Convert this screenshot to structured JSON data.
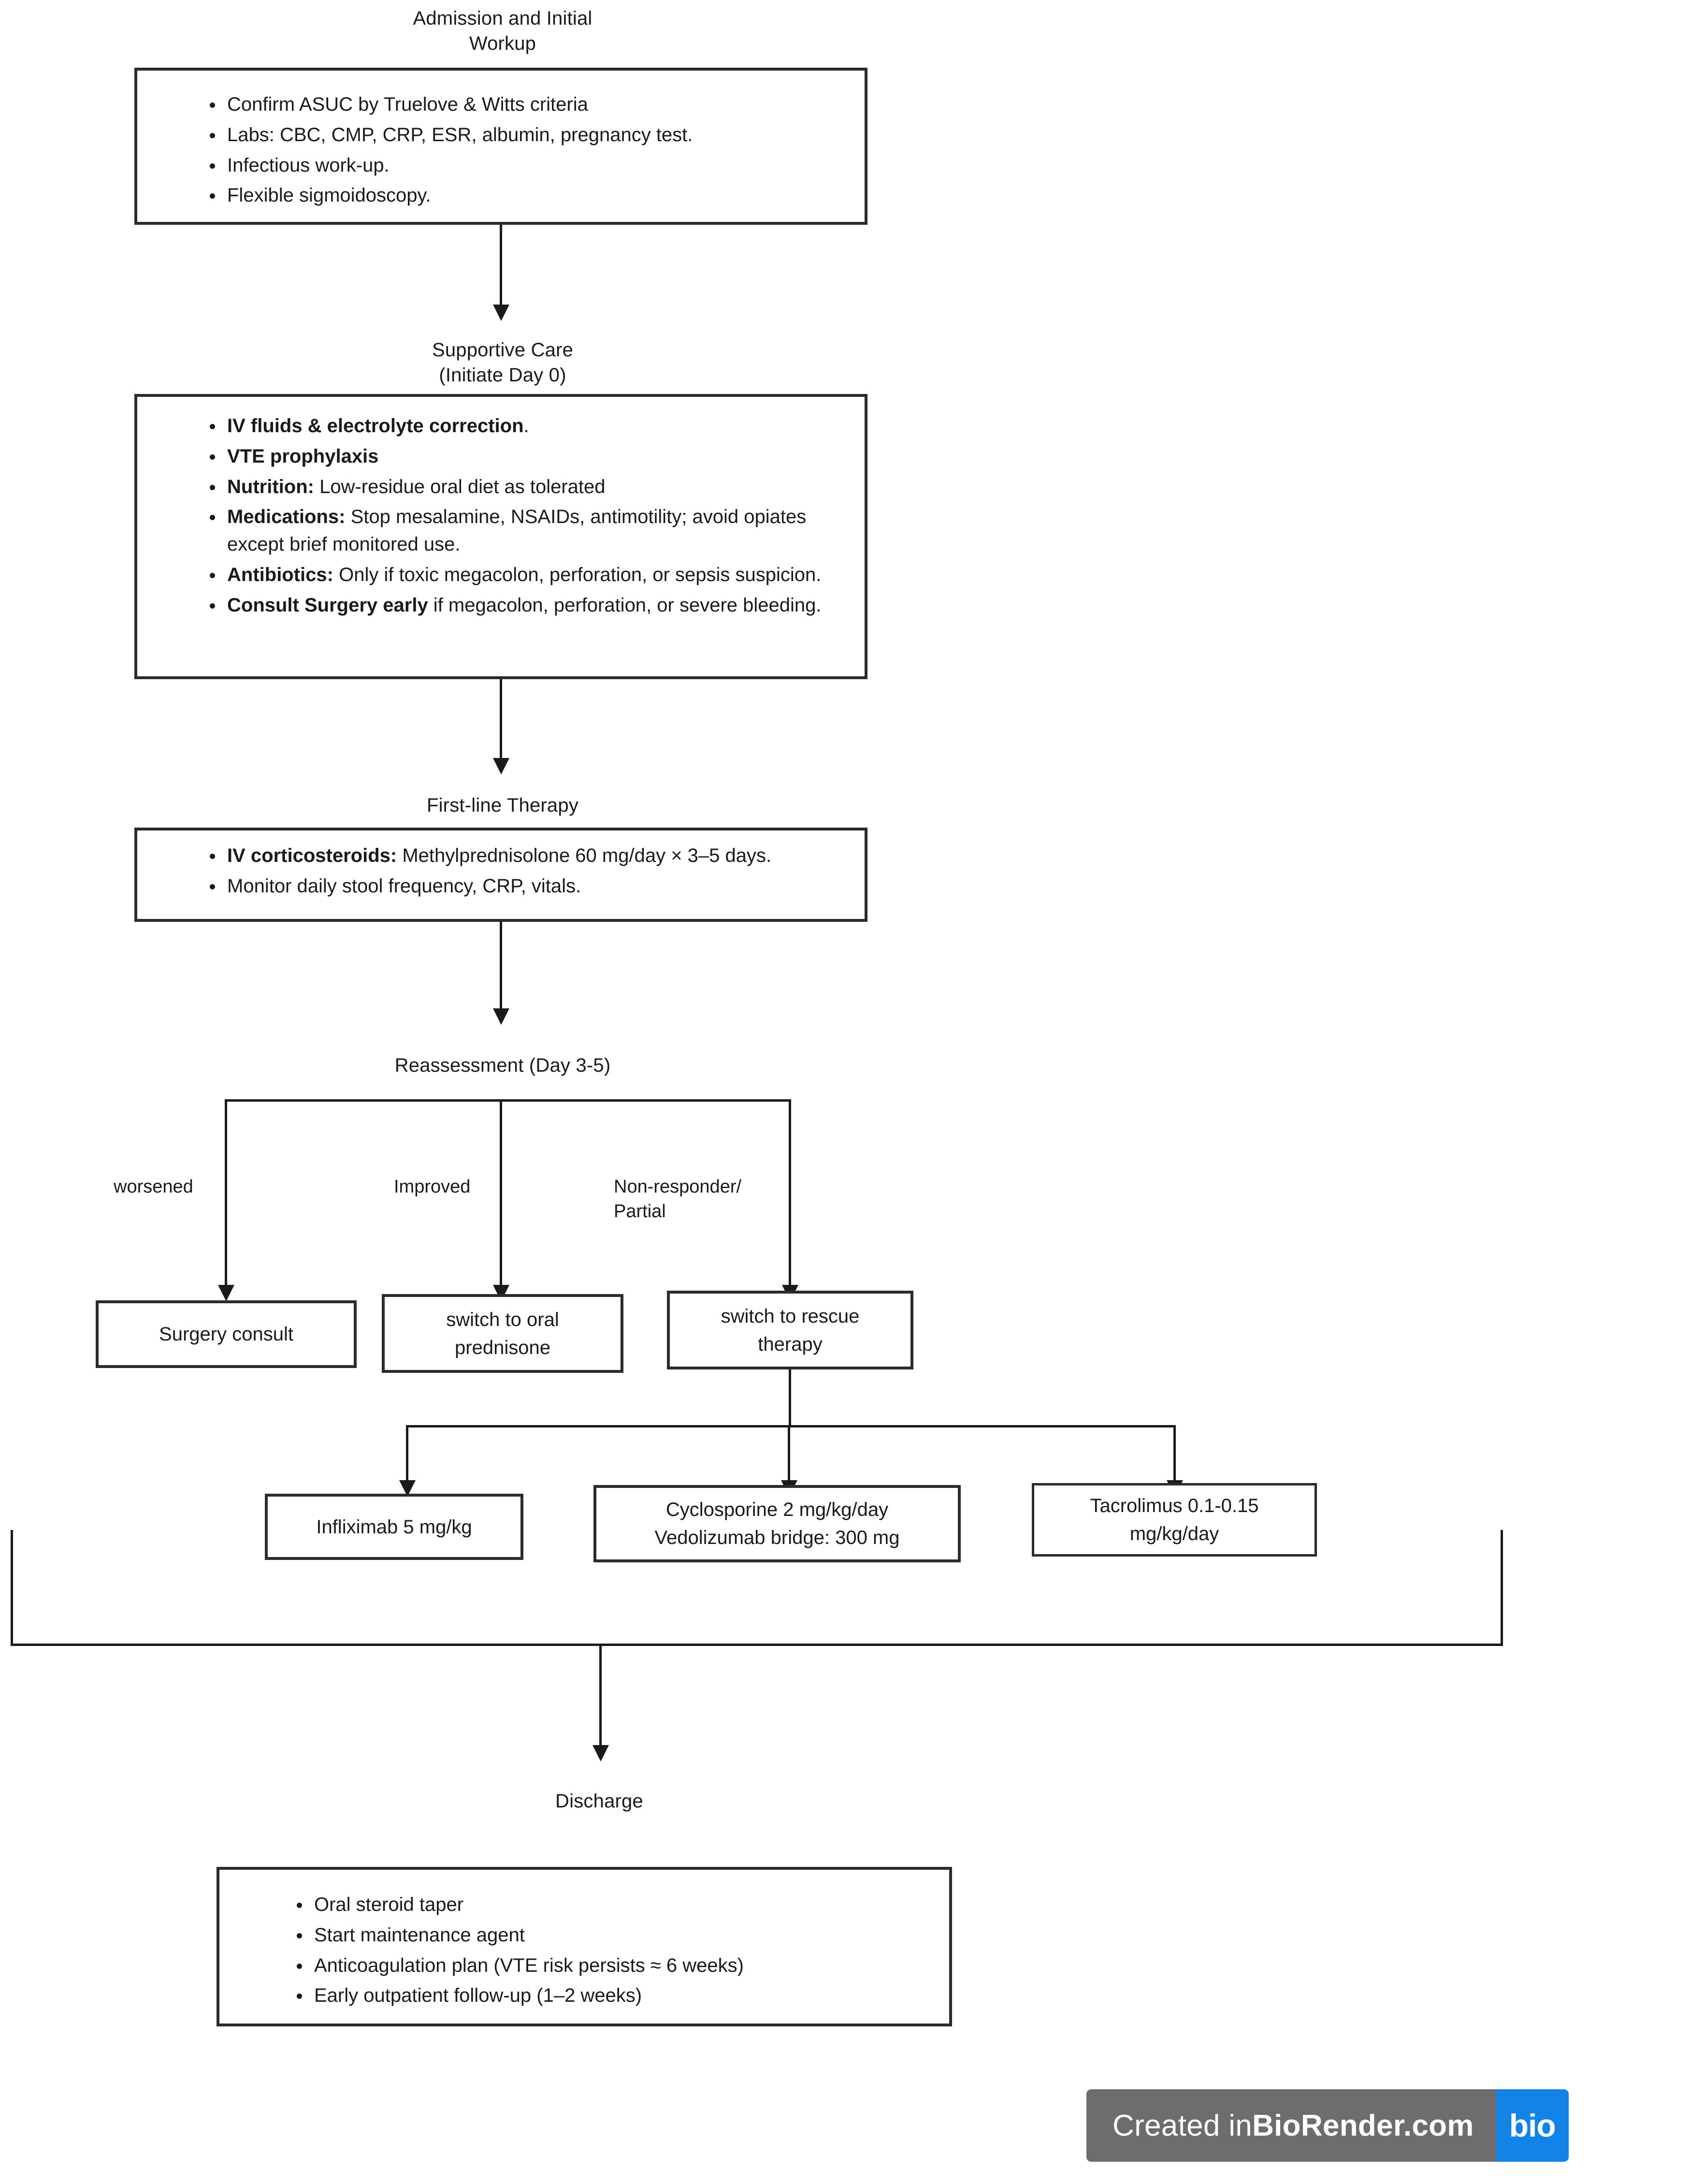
{
  "diagram": {
    "title_flow": "Acute Severe Ulcerative Colitis (ASUC) inpatient management flowchart",
    "nodes": {
      "admission": {
        "heading": "Admission and Initial\nWorkup",
        "bullets": [
          {
            "text": "Confirm ASUC by Truelove & Witts criteria"
          },
          {
            "text": "Labs: CBC, CMP, CRP, ESR, albumin, pregnancy test."
          },
          {
            "text": "Infectious work-up."
          },
          {
            "text": "Flexible sigmoidoscopy."
          }
        ]
      },
      "supportive": {
        "heading": "Supportive Care\n(Initiate Day 0)",
        "bullets": [
          {
            "bold": "IV fluids & electrolyte correction",
            "rest": "."
          },
          {
            "bold": "VTE prophylaxis",
            "rest": ""
          },
          {
            "bold": "Nutrition:",
            "rest": " Low-residue oral diet as tolerated"
          },
          {
            "bold": "Medications:",
            "rest": " Stop mesalamine, NSAIDs, antimotility; avoid opiates except brief monitored use."
          },
          {
            "bold": "Antibiotics:",
            "rest": " Only if toxic megacolon, perforation, or sepsis suspicion."
          },
          {
            "bold": "Consult Surgery early",
            "rest": " if megacolon, perforation, or severe bleeding."
          }
        ]
      },
      "first_line": {
        "heading": "First-line Therapy",
        "bullets": [
          {
            "bold": "IV corticosteroids:",
            "rest": " Methylprednisolone 60 mg/day × 3–5 days."
          },
          {
            "bold": "",
            "rest": "Monitor daily stool frequency, CRP, vitals."
          }
        ]
      },
      "reassessment": {
        "heading": "Reassessment (Day 3-5)"
      },
      "surgery_consult": {
        "label": "Surgery consult"
      },
      "oral_prednisone": {
        "label": "switch to oral\nprednisone"
      },
      "rescue_therapy": {
        "label": "switch to rescue\ntherapy"
      },
      "infliximab": {
        "label": "Infliximab 5 mg/kg"
      },
      "cyclosporine": {
        "label": "Cyclosporine 2 mg/kg/day\nVedolizumab bridge: 300 mg"
      },
      "tacrolimus": {
        "label": "Tacrolimus 0.1-0.15\nmg/kg/day"
      },
      "discharge": {
        "heading": "Discharge",
        "bullets": [
          {
            "text": "Oral steroid taper"
          },
          {
            "text": "Start maintenance agent"
          },
          {
            "text": "Anticoagulation plan (VTE risk persists ≈ 6 weeks)"
          },
          {
            "text": "Early outpatient follow-up (1–2 weeks)"
          }
        ]
      }
    },
    "edge_labels": {
      "worsened": "worsened",
      "improved": "Improved",
      "non_responder": "Non-responder/\nPartial"
    }
  },
  "badge": {
    "prefix": "Created in ",
    "brand": "BioRender.com",
    "logo": "bio",
    "bar_color": "#6d6d6d",
    "logo_color": "#1284e8"
  }
}
